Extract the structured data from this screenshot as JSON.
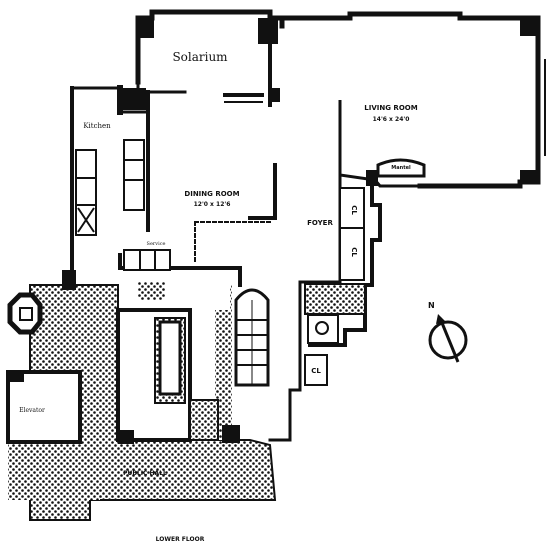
{
  "rooms": {
    "solarium": "Solarium",
    "kitchen": "Kitchen",
    "dining_room": "DINING ROOM",
    "dining_dims": "12'0 x 12'6",
    "living_room": "LIVING ROOM",
    "living_dims": "14'6 x 24'0",
    "foyer": "FOYER",
    "mantel": "Mantel",
    "elevator": "Elevator",
    "public_hall": "PUBLIC HALL",
    "service": "Service",
    "closet_1": "CL",
    "closet_2": "CL",
    "closet_3": "CL"
  },
  "footer": {
    "floor_label": "LOWER FLOOR"
  },
  "compass": {
    "north": "N"
  }
}
